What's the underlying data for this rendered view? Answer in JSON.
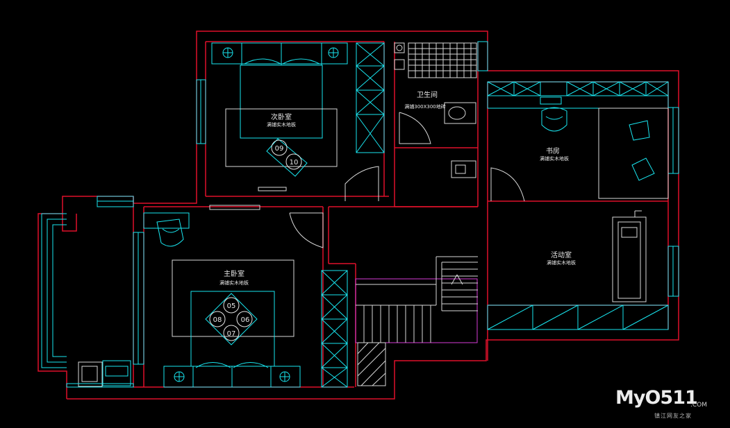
{
  "rooms": {
    "second_bedroom": {
      "name": "次卧室",
      "floor": "满铺实木地板"
    },
    "bathroom": {
      "name": "卫生间",
      "floor": "满铺300X300地砖"
    },
    "study": {
      "name": "书房",
      "floor": "满铺实木地板"
    },
    "master_bedroom": {
      "name": "主卧室",
      "floor": "满铺实木地板"
    },
    "activity_room": {
      "name": "活动室",
      "floor": "满铺实木地板"
    }
  },
  "markers": {
    "m05": "05",
    "m06": "06",
    "m07": "07",
    "m08": "08",
    "m09": "09",
    "m10": "10"
  },
  "logo": {
    "main": "MyO511",
    "suffix": ".COM",
    "subtitle": "镇江网友之家"
  },
  "colors": {
    "background": "#000000",
    "wall": "#e0102a",
    "furniture": "#19e6f0",
    "outline": "#d8d8d8",
    "stair_rail": "#d63cd6"
  }
}
